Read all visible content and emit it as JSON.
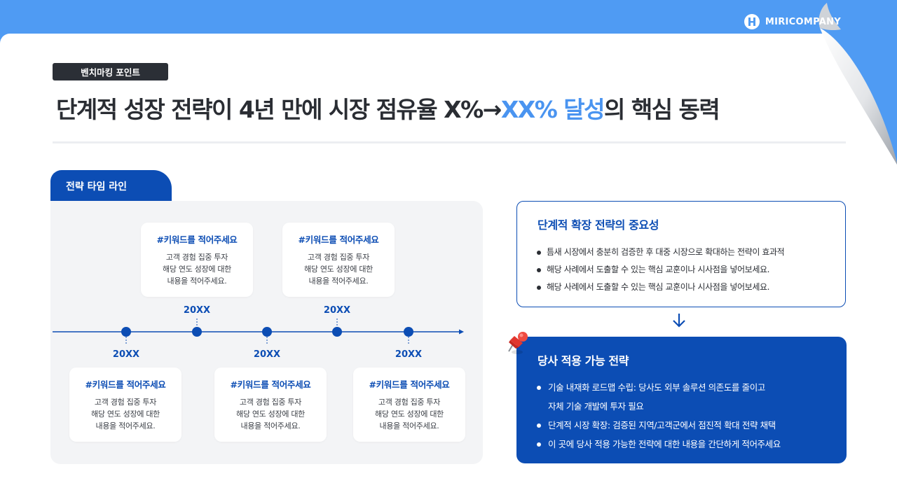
{
  "brand": {
    "name": "MIRICOMPANY",
    "icon": "h-logo-icon"
  },
  "tag": "벤치마킹 포인트",
  "headline": {
    "before": "단계적 성장 전략이 4년 만에 시장 점유율 X%→",
    "accent": "XX% 달성",
    "after": "의 핵심 동력"
  },
  "timeline": {
    "tab_label": "전략 타임 라인",
    "top_cards": [
      {
        "title": "#키워드를 적어주세요",
        "lines": [
          "고객 경험 집중 투자",
          "해당 연도 성장에 대한",
          "내용을 적어주세요."
        ]
      },
      {
        "title": "#키워드를 적어주세요",
        "lines": [
          "고객 경험 집중 투자",
          "해당 연도 성장에 대한",
          "내용을 적어주세요."
        ]
      }
    ],
    "bottom_cards": [
      {
        "title": "#키워드를 적어주세요",
        "lines": [
          "고객 경험 집중 투자",
          "해당 연도 성장에 대한",
          "내용을 적어주세요."
        ]
      },
      {
        "title": "#키워드를 적어주세요",
        "lines": [
          "고객 경험 집중 투자",
          "해당 연도 성장에 대한",
          "내용을 적어주세요."
        ]
      },
      {
        "title": "#키워드를 적어주세요",
        "lines": [
          "고객 경험 집중 투자",
          "해당 연도 성장에 대한",
          "내용을 적어주세요."
        ]
      }
    ],
    "years_top": [
      "20XX",
      "20XX"
    ],
    "years_bottom": [
      "20XX",
      "20XX",
      "20XX"
    ]
  },
  "importance": {
    "title": "단계적 확장 전략의 중요성",
    "bullets": [
      "틈새 시장에서 충분히 검증한 후 대중 시장으로 확대하는 전략이 효과적",
      "해당 사례에서 도출할 수 있는 핵심 교훈이나 시사점을 넣어보세요.",
      "해당 사례에서 도출할 수 있는 핵심 교훈이나 시사점을 넣어보세요."
    ]
  },
  "applicable": {
    "title": "당사 적용 가능 전략",
    "bullets": [
      "기술 내재화 로드맵 수립: 당사도 외부 솔루션 의존도를 줄이고",
      "자체 기술 개발에 투자 필요",
      "단계적 시장 확장: 검증된 지역/고객군에서 점진적 확대 전략 채택",
      "이 곳에 당사 적용 가능한 전략에 대한 내용을 간단하게 적어주세요"
    ]
  },
  "colors": {
    "primary": "#0c4db4",
    "accent": "#4a94f0",
    "top_band": "#4f9bf3"
  }
}
